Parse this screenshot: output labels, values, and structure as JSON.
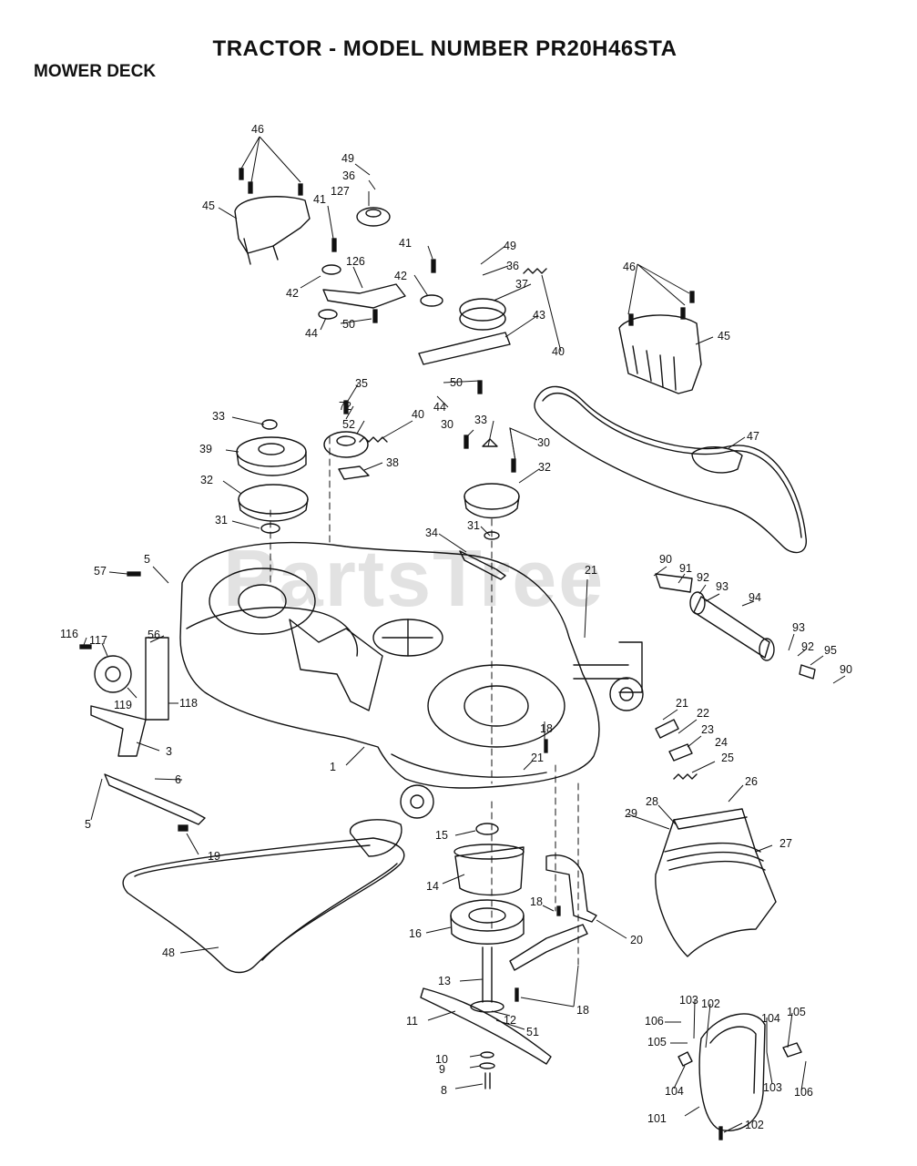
{
  "header": {
    "title": "TRACTOR - MODEL NUMBER PR20H46STA",
    "section": "MOWER DECK"
  },
  "watermark": "PartsTree",
  "callouts": [
    {
      "label": "46"
    },
    {
      "label": "49"
    },
    {
      "label": "36"
    },
    {
      "label": "127"
    },
    {
      "label": "45"
    },
    {
      "label": "41"
    },
    {
      "label": "41"
    },
    {
      "label": "49"
    },
    {
      "label": "126"
    },
    {
      "label": "36"
    },
    {
      "label": "42"
    },
    {
      "label": "42"
    },
    {
      "label": "37"
    },
    {
      "label": "46"
    },
    {
      "label": "44"
    },
    {
      "label": "50"
    },
    {
      "label": "43"
    },
    {
      "label": "45"
    },
    {
      "label": "40"
    },
    {
      "label": "35"
    },
    {
      "label": "50"
    },
    {
      "label": "44"
    },
    {
      "label": "72"
    },
    {
      "label": "33"
    },
    {
      "label": "52"
    },
    {
      "label": "40"
    },
    {
      "label": "30"
    },
    {
      "label": "33"
    },
    {
      "label": "30"
    },
    {
      "label": "47"
    },
    {
      "label": "39"
    },
    {
      "label": "38"
    },
    {
      "label": "32"
    },
    {
      "label": "32"
    },
    {
      "label": "31"
    },
    {
      "label": "31"
    },
    {
      "label": "34"
    },
    {
      "label": "5"
    },
    {
      "label": "57"
    },
    {
      "label": "21"
    },
    {
      "label": "90"
    },
    {
      "label": "91"
    },
    {
      "label": "92"
    },
    {
      "label": "93"
    },
    {
      "label": "94"
    },
    {
      "label": "56"
    },
    {
      "label": "116"
    },
    {
      "label": "117"
    },
    {
      "label": "93"
    },
    {
      "label": "92"
    },
    {
      "label": "95"
    },
    {
      "label": "90"
    },
    {
      "label": "119"
    },
    {
      "label": "118"
    },
    {
      "label": "18"
    },
    {
      "label": "21"
    },
    {
      "label": "22"
    },
    {
      "label": "23"
    },
    {
      "label": "3"
    },
    {
      "label": "24"
    },
    {
      "label": "25"
    },
    {
      "label": "6"
    },
    {
      "label": "1"
    },
    {
      "label": "21"
    },
    {
      "label": "26"
    },
    {
      "label": "5"
    },
    {
      "label": "28"
    },
    {
      "label": "29"
    },
    {
      "label": "15"
    },
    {
      "label": "19"
    },
    {
      "label": "27"
    },
    {
      "label": "14"
    },
    {
      "label": "18"
    },
    {
      "label": "16"
    },
    {
      "label": "20"
    },
    {
      "label": "48"
    },
    {
      "label": "13"
    },
    {
      "label": "18"
    },
    {
      "label": "11"
    },
    {
      "label": "12"
    },
    {
      "label": "51"
    },
    {
      "label": "103"
    },
    {
      "label": "102"
    },
    {
      "label": "106"
    },
    {
      "label": "104"
    },
    {
      "label": "105"
    },
    {
      "label": "105"
    },
    {
      "label": "10"
    },
    {
      "label": "9"
    },
    {
      "label": "103"
    },
    {
      "label": "106"
    },
    {
      "label": "8"
    },
    {
      "label": "104"
    },
    {
      "label": "101"
    },
    {
      "label": "102"
    }
  ]
}
